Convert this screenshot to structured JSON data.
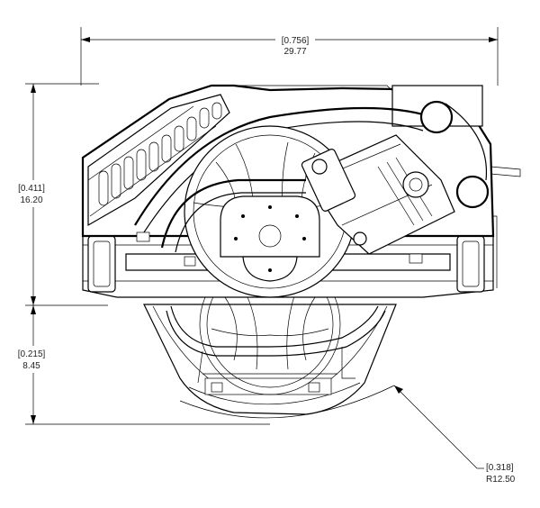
{
  "dimensions": {
    "width": {
      "bracket": "[0.756]",
      "value": "29.77"
    },
    "upper_height": {
      "bracket": "[0.411]",
      "value": "16.20"
    },
    "lower_height": {
      "bracket": "[0.215]",
      "value": "8.45"
    },
    "radius": {
      "bracket": "[0.318]",
      "value": "R12.50"
    }
  }
}
